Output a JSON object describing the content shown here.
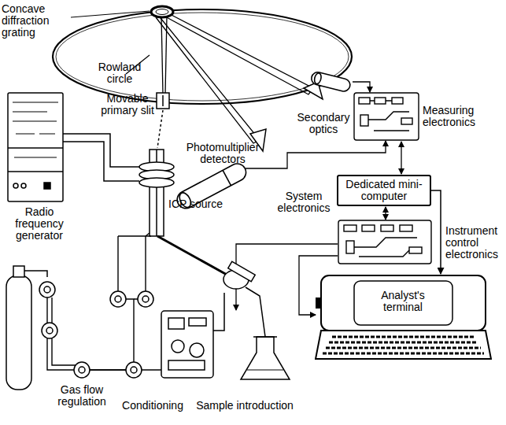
{
  "diagram": {
    "nodes": [
      {
        "text": [
          "Dedicated mini-computer"
        ]
      },
      {
        "text": [
          "Analyst's terminal"
        ]
      }
    ],
    "edges": [
      {
        "from": 0,
        "to": 1,
        "arrow": "to",
        "label": "Instrument control electronics"
      }
    ],
    "labels": [
      "Concave diffraction grating",
      "Rowland circle",
      "Secondary optics",
      "Movable primary slit",
      "Photomultiplier detectors",
      "Measuring electronics",
      "ICP source",
      "System electronics",
      "Radio frequency generator",
      "Gas flow regulation",
      "Conditioning",
      "Sample introduction"
    ]
  }
}
